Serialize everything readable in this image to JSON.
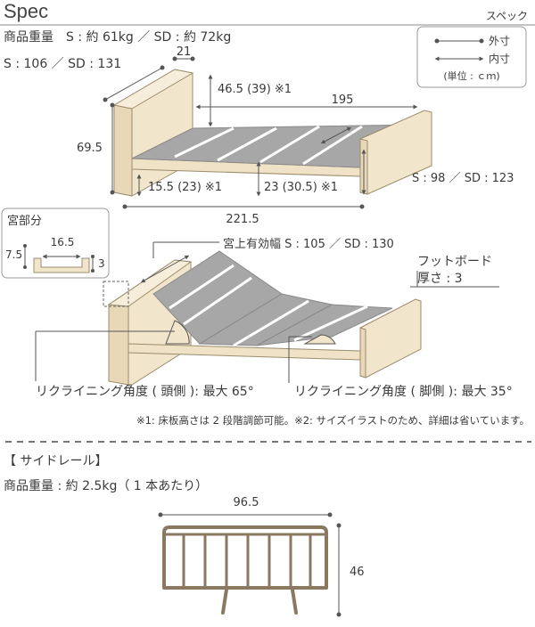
{
  "header": {
    "title": "Spec",
    "subtitle": "スペック"
  },
  "weight": "商品重量　S : 約 61kg ／ SD : 約 72kg",
  "legend": {
    "outer": "外寸",
    "inner": "内寸",
    "unit": "(単位 : ｃｍ)"
  },
  "bed_dims": {
    "width_label": "S : 106 ／ SD : 131",
    "headboard_thickness": "21",
    "deck_height": "46.5 (39) ※1",
    "inner_length": "195",
    "total_height": "69.5",
    "floor_clearance": "15.5 (23) ※1",
    "floor_to_deck": "23 (30.5) ※1",
    "inner_width": "S : 98 ／ SD : 123",
    "total_length": "221.5"
  },
  "headboard_detail": {
    "title": "宮部分",
    "width": "16.5",
    "height": "7.5",
    "depth": "3"
  },
  "reclining": {
    "shelf_width": "宮上有効幅 S : 105 ／ SD : 130",
    "footboard_label": "フットボード",
    "footboard_thickness": "厚さ : 3",
    "head_angle": "リクライニング角度 ( 頭側 ): 最大 65°",
    "foot_angle": "リクライニング角度 ( 脚側 ): 最大 35°"
  },
  "footnote": "※1: 床板高さは 2 段階調節可能。※2: サイズイラストのため、詳細は省いています。",
  "side_rail": {
    "title": "【 サイドレール】",
    "weight": "商品重量 : 約 2.5kg（ 1 本あたり）",
    "width": "96.5",
    "height": "46"
  },
  "colors": {
    "wood": "#f1e5cc",
    "wood_edge": "#9c8c6c",
    "slat": "#a7a7a7",
    "rail": "#8a7860",
    "line": "#555555"
  }
}
